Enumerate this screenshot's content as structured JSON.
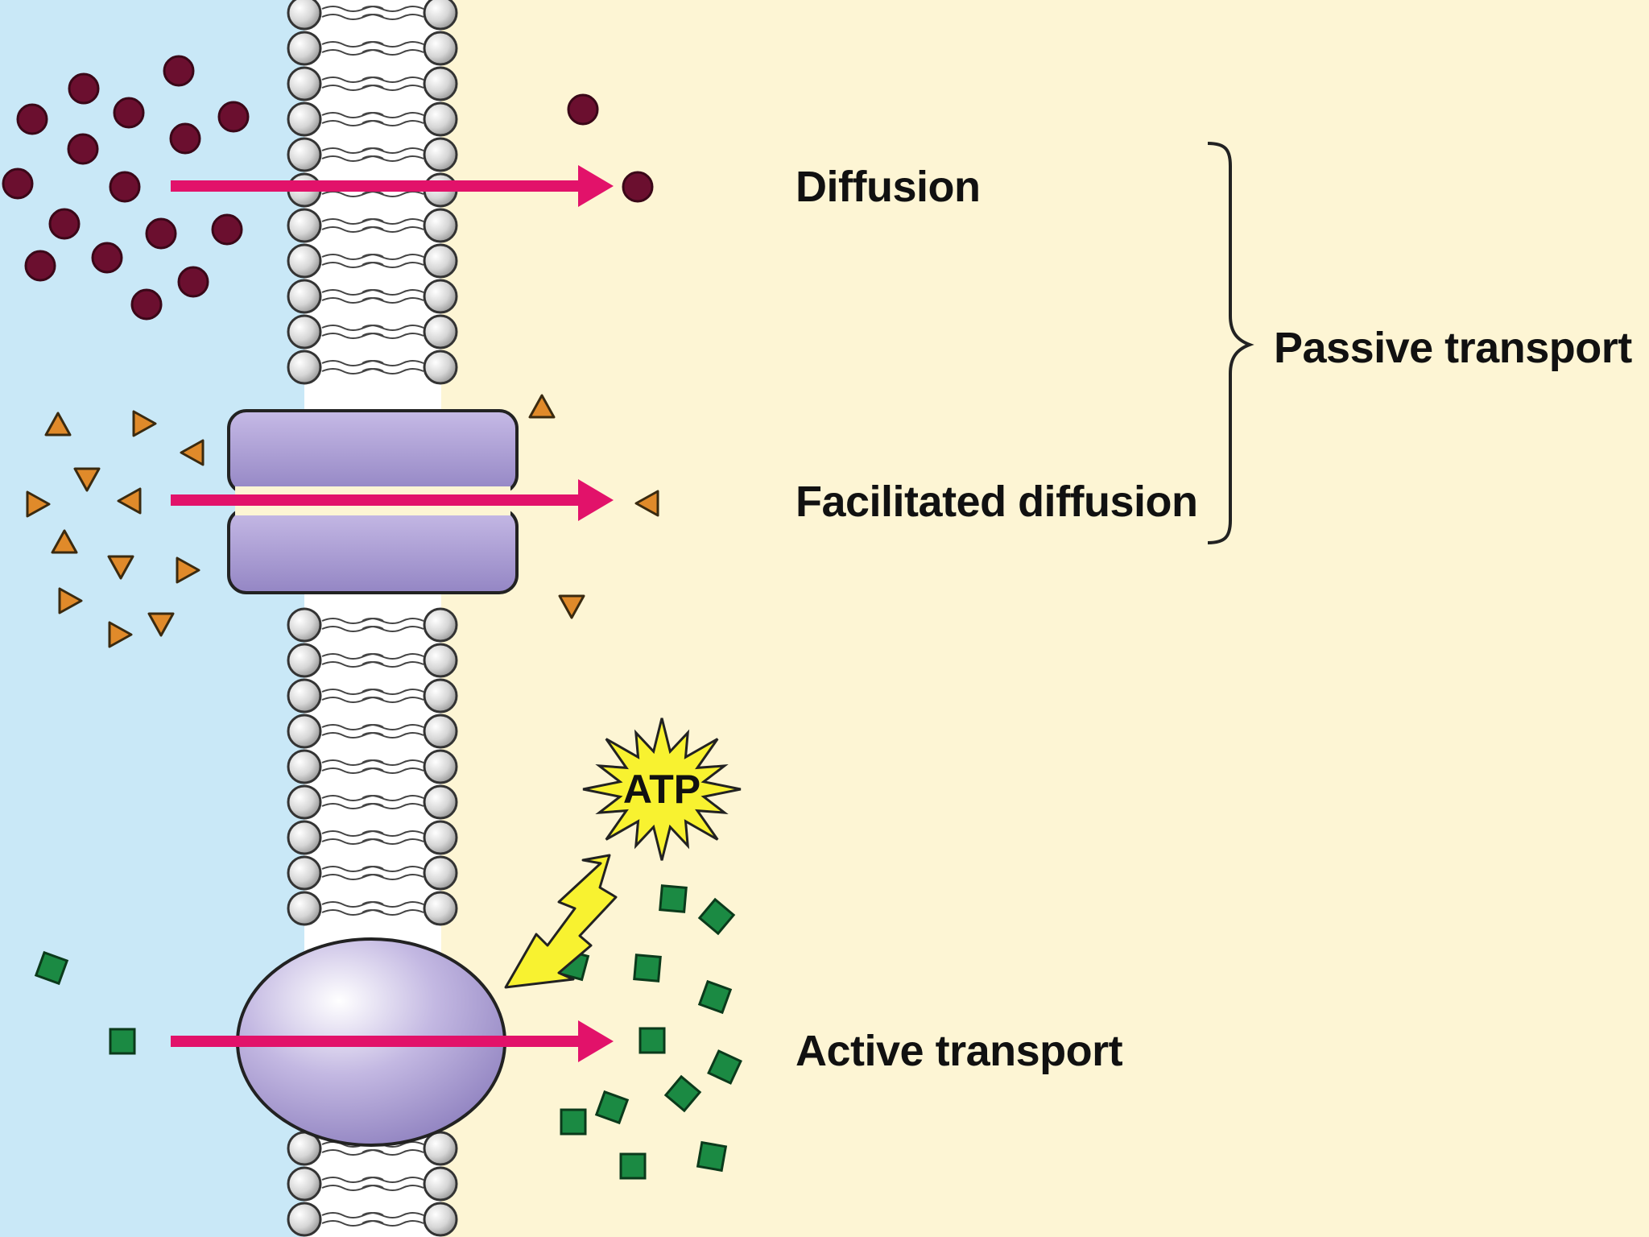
{
  "labels": {
    "diffusion": "Diffusion",
    "facilitated": "Facilitated diffusion",
    "active": "Active transport",
    "passive": "Passive transport",
    "atp": "ATP"
  },
  "colors": {
    "outside_bg": "#c9e8f7",
    "inside_bg": "#fdf5d4",
    "arrow": "#e2126a",
    "dot_molecule": "#6b0f2f",
    "triangle_molecule": "#e08a2a",
    "square_molecule": "#1b8a43",
    "atp_burst": "#f8f230",
    "protein": "#a99ad0",
    "phospholipid_head": "#d4d4d4"
  }
}
